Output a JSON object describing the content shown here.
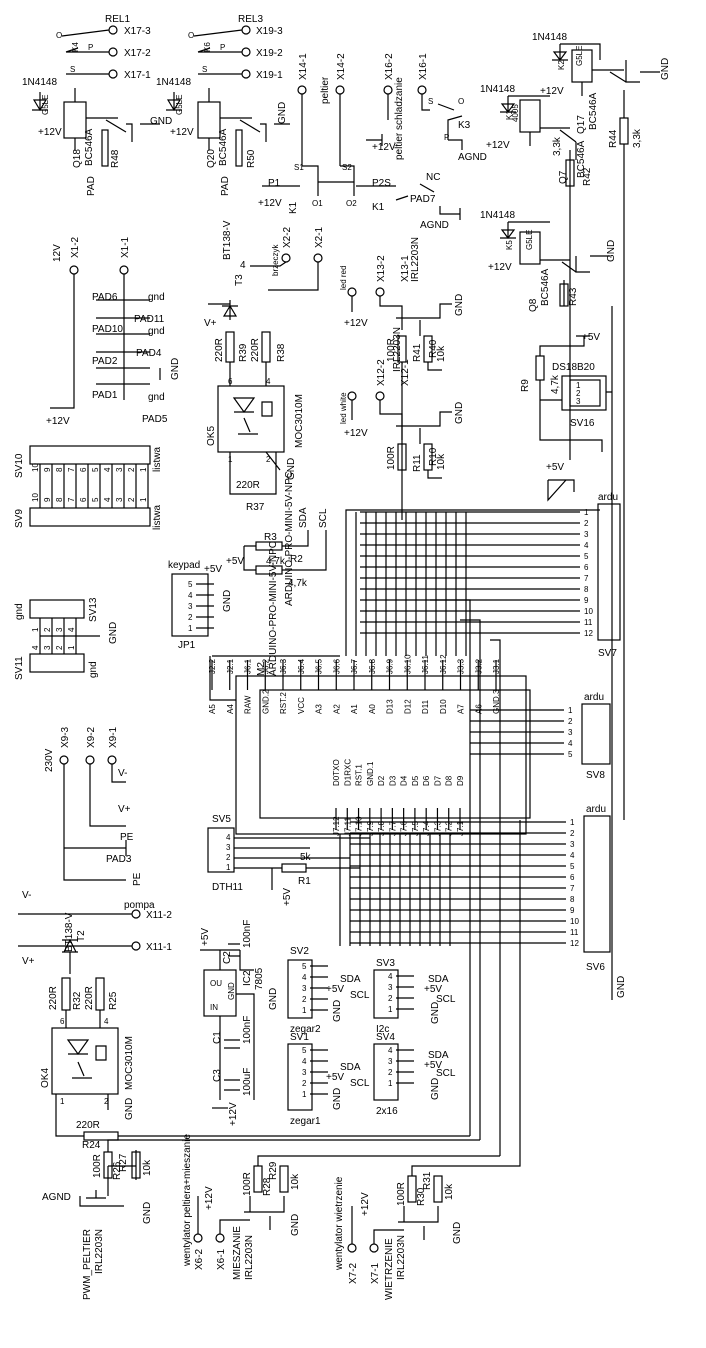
{
  "relays_top_left": {
    "rel1": {
      "title": "REL1",
      "k": "K4",
      "pins": [
        "X17-3",
        "X17-2",
        "X17-1"
      ],
      "np": [
        "O",
        "P",
        "S"
      ],
      "diode": "1N4148",
      "coil": "G5LE",
      "v": "+12V",
      "q": "Q18",
      "qtype": "BC546A",
      "r": "R48",
      "pad": "PAD"
    },
    "rel3": {
      "title": "REL3",
      "k": "K6",
      "pins": [
        "X19-3",
        "X19-2",
        "X19-1"
      ],
      "np": [
        "O",
        "P",
        "S"
      ],
      "diode": "1N4148",
      "coil": "G5LE",
      "v": "+12V",
      "q": "Q20",
      "qtype": "BC546A",
      "r": "R50",
      "pad": "PAD"
    }
  },
  "peltier": {
    "pins": [
      "X14-1",
      "X14-2"
    ],
    "label": "peltier",
    "pins2": [
      "X16-2",
      "X16-1"
    ],
    "label2": "peltier schladzanie",
    "k1": "K1",
    "p1": "P1",
    "p2s": "P2S",
    "o1": "O1",
    "o2": "O2",
    "s1": "S1",
    "s2": "S2",
    "v": "+12V"
  },
  "relays_top_right": {
    "k2": {
      "k": "K2",
      "diode": "1N4148",
      "coil": "G5LE",
      "v": "+12V",
      "q": "Q17",
      "qtype": "BC546A",
      "r1": "R44",
      "r2": "3,3k",
      "gnd": "GND"
    },
    "k1": {
      "k": "K1",
      "diode": "1N4148",
      "coil": "G5LE",
      "pins": "4005",
      "v": "+12V",
      "q": "Q7",
      "qtype": "BC546A",
      "r": "R42",
      "rv": "3,3k"
    },
    "k3": {
      "k": "K3",
      "agnd": "AGND",
      "s": "S",
      "o": "O",
      "p": "P"
    },
    "pad7": {
      "label": "PAD7",
      "nc": "NC",
      "agnd": "AGND"
    },
    "k5": {
      "k": "K5",
      "diode": "1N4148",
      "coil": "G5LE",
      "v": "+12V",
      "q": "Q8",
      "qtype": "BC546A",
      "r": "R43",
      "gnd": "GND"
    }
  },
  "power_conn": {
    "v12": "12V",
    "pins": [
      "X1-2",
      "X1-1"
    ],
    "pads": [
      "PAD6",
      "PAD10",
      "PAD2",
      "PAD1"
    ],
    "pads_r": [
      "PAD11",
      "PAD4",
      "PAD5"
    ],
    "gnd": "gnd",
    "gnd2": "GND",
    "vin": "+12V"
  },
  "buzzer": {
    "pins": [
      "X2-2",
      "X2-1"
    ],
    "label": "brzeczyk",
    "n4": "4",
    "t3": "T3",
    "bt": "BT138-V",
    "v": "V+",
    "r39": "R39",
    "r38": "R38",
    "r220": "220R",
    "ok5": "OK5",
    "moc": "MOC3010M",
    "r37": "R37",
    "r37v": "220R",
    "gnd": "GND",
    "p6": "6",
    "p4": "4",
    "p1": "1",
    "p2": "2"
  },
  "led_red": {
    "pins": [
      "X13-2",
      "X13-1"
    ],
    "label": "led red",
    "t": "IRL2203N",
    "v": "+12V",
    "r40": "R40",
    "r41": "R41",
    "rv1": "100R",
    "rv2": "10k",
    "gnd": "GND"
  },
  "led_white": {
    "pins": [
      "X12-2",
      "X12-1"
    ],
    "label": "led white",
    "t": "IRL2203N",
    "v": "+12V",
    "r10": "R10",
    "r11": "R11",
    "rv1": "100R",
    "rv2": "10k",
    "gnd": "GND"
  },
  "ds18b20": {
    "label": "DS18B20",
    "r": "R9",
    "rv": "4,7k",
    "v": "+5V",
    "sv": "SV16",
    "pins": [
      "1",
      "2",
      "3"
    ]
  },
  "sv10": {
    "label": "SV10",
    "nums": [
      "10",
      "9",
      "8",
      "7",
      "6",
      "5",
      "4",
      "3",
      "2",
      "1"
    ],
    "listwa": "listwa"
  },
  "sv9": {
    "label": "SV9",
    "nums": [
      "10",
      "9",
      "8",
      "7",
      "6",
      "5",
      "4",
      "3",
      "2",
      "1"
    ],
    "listwa": "listwa"
  },
  "pullups": {
    "r3": "R3",
    "r2": "R2",
    "rv": "4,7k",
    "v": "+5V",
    "sda": "SDA",
    "scl": "SCL",
    "arduino": "ARDUINO-PRO-MINI-5V-NPC"
  },
  "keypad": {
    "label": "keypad",
    "jp": "JP1",
    "v": "+5V",
    "gnd": "GND",
    "pins": [
      "5",
      "4",
      "3",
      "2",
      "1"
    ]
  },
  "sv13": {
    "label": "SV13",
    "gnd": "gnd",
    "pins": [
      "1",
      "2",
      "3",
      "4"
    ]
  },
  "sv11": {
    "label": "SV11",
    "gnd": "gnd",
    "pins": [
      "4",
      "3",
      "2",
      "1"
    ],
    "g2": "GND"
  },
  "sv7": {
    "label": "SV7",
    "ardu": "ardu",
    "pins": [
      "1",
      "2",
      "3",
      "4",
      "5",
      "6",
      "7",
      "8",
      "9",
      "10",
      "11",
      "12"
    ],
    "v": "+5V"
  },
  "arduino": {
    "m": "M2",
    "name": "ARDUINO-PRO-MINI-5V-NPC",
    "top_pins": [
      "J2.2",
      "J2.1",
      "J6.1",
      "J6.2",
      "J6.3",
      "J6.4",
      "J6.5",
      "J6.6",
      "J6.7",
      "J6.8",
      "J6.9",
      "J6.10",
      "J6.11",
      "J6.12",
      "J3.3",
      "J3.2",
      "J3.1"
    ],
    "top_labels": [
      "A5",
      "A4",
      "RAW",
      "GND.2",
      "RST.2",
      "VCC",
      "A3",
      "A2",
      "A1",
      "A0",
      "D13",
      "D12",
      "D11",
      "D10",
      "A7",
      "A6",
      "GND.3"
    ],
    "bot_labels": [
      "D0TXO",
      "D1RXC",
      "RST.1",
      "GND.1",
      "D2",
      "D3",
      "D4",
      "D5",
      "D6",
      "D7",
      "D8",
      "D9"
    ],
    "bot_pins": [
      "J7.12",
      "J7.11",
      "J7.10",
      "J7.9",
      "J7.8",
      "J7.7",
      "J7.6",
      "J7.5",
      "J7.4",
      "J7.3",
      "J7.2",
      "J7.1"
    ]
  },
  "sv8": {
    "label": "SV8",
    "ardu": "ardu",
    "pins": [
      "1",
      "2",
      "3",
      "4",
      "5"
    ]
  },
  "mains": {
    "v": "230V",
    "pins": [
      "X9-3",
      "X9-2",
      "X9-1"
    ],
    "vm": "V-",
    "vp": "V+",
    "pe": "PE",
    "pad": "PAD3",
    "pe2": "PE"
  },
  "sv5": {
    "label": "SV5",
    "dth": "DTH11",
    "pins": [
      "4",
      "3",
      "2",
      "1"
    ],
    "r1": "R1",
    "r1v": "5k",
    "v": "+5V"
  },
  "sv6": {
    "label": "SV6",
    "ardu": "ardu",
    "pins": [
      "1",
      "2",
      "3",
      "4",
      "5",
      "6",
      "7",
      "8",
      "9",
      "10",
      "11",
      "12"
    ],
    "gnd": "GND"
  },
  "pompa": {
    "vm": "V-",
    "vp": "V+",
    "bt": "BT138-V",
    "t": "T2",
    "label": "pompa",
    "pins": [
      "X11-2",
      "X11-1"
    ],
    "r32": "R32",
    "r25": "R25",
    "rv": "220R",
    "ok": "OK4",
    "moc": "MOC3010M",
    "gnd": "GND",
    "r24": "R24",
    "r24v": "220R",
    "p6": "6",
    "p4": "4",
    "p1": "1",
    "p2": "2"
  },
  "regulator": {
    "v": "+5V",
    "c2": "C2",
    "c2v": "100nF",
    "ic": "IC2",
    "icv": "7805",
    "ou": "OU",
    "in": "IN",
    "gnd": "GND",
    "c1": "C1",
    "c1v": "100nF",
    "c3": "C3",
    "c3v": "100uF",
    "v12": "+12V"
  },
  "zegar2": {
    "label": "SV2",
    "name": "zegar2",
    "pins": [
      "5",
      "4",
      "3",
      "2",
      "1"
    ],
    "sda": "SDA",
    "scl": "SCL",
    "v": "+5V",
    "gnd": "GND"
  },
  "sv3": {
    "label": "SV3",
    "name": "I2c",
    "pins": [
      "4",
      "3",
      "2",
      "1"
    ],
    "sda": "SDA",
    "scl": "SCL",
    "v": "+5V",
    "gnd": "GND"
  },
  "zegar1": {
    "label": "SV1",
    "name": "zegar1",
    "pins": [
      "5",
      "4",
      "3",
      "2",
      "1"
    ],
    "sda": "SDA",
    "scl": "SCL",
    "v": "+5V",
    "gnd": "GND"
  },
  "sv4": {
    "label": "SV4",
    "name": "2x16",
    "pins": [
      "4",
      "3",
      "2",
      "1"
    ],
    "sda": "SDA",
    "scl": "SCL",
    "v": "+5V",
    "gnd": "GND"
  },
  "pwm": {
    "agnd": "AGND",
    "label": "PWM_PELTIER",
    "t": "IRL2203N",
    "r26": "R26",
    "r27": "R27",
    "rv1": "100R",
    "rv2": "10k",
    "gnd": "GND"
  },
  "mieszanie": {
    "label": "wentylator peltiera+mieszanie",
    "pins": [
      "X6-2",
      "X6-1"
    ],
    "v": "+12V",
    "name": "MIESZANIE",
    "t": "IRL2203N",
    "r28": "R28",
    "r29": "R29",
    "rv1": "100R",
    "rv2": "10k",
    "gnd": "GND"
  },
  "wietrzenie": {
    "label": "wentylator wietrzenie",
    "pins": [
      "X7-2",
      "X7-1"
    ],
    "v": "+12V",
    "name": "WIETRZENIE",
    "t": "IRL2203N",
    "r30": "R30",
    "r31": "R31",
    "rv1": "100R",
    "rv2": "10k",
    "gnd": "GND"
  }
}
